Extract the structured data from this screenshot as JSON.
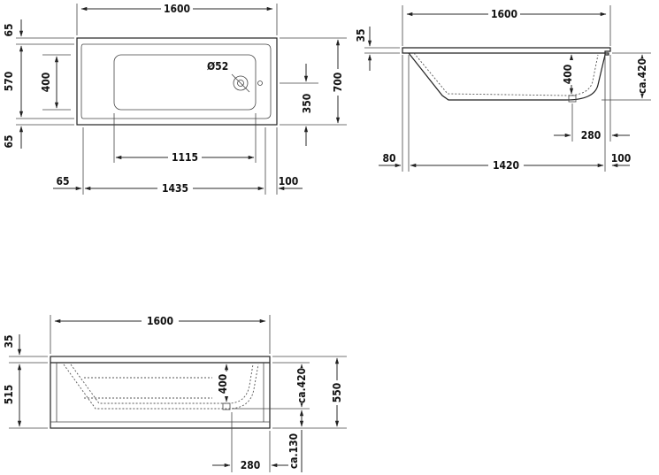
{
  "top_view": {
    "dim_total_length": "1600",
    "dim_top_margin": "65",
    "dim_inner_width": "570",
    "dim_bottom_margin": "65",
    "dim_drain_area": "400",
    "dim_drain_diameter": "Ø52",
    "dim_drain_offset": "350",
    "dim_total_width": "700",
    "dim_inner_length": "1115",
    "dim_left_margin": "65",
    "dim_outer_length": "1435",
    "dim_right_margin": "100"
  },
  "side_view": {
    "dim_total_length": "1600",
    "dim_rim_height": "35",
    "dim_depth": "400",
    "dim_drain_height": "ca.420",
    "dim_drain_distance": "280",
    "dim_left": "80",
    "dim_bottom_length": "1420",
    "dim_right": "100"
  },
  "front_view": {
    "dim_total_length": "1600",
    "dim_rim_height": "35",
    "dim_panel_height": "515",
    "dim_depth": "400",
    "dim_drain_height": "ca.420",
    "dim_total_height": "550",
    "dim_drain_below": "ca.130",
    "dim_drain_distance": "280"
  }
}
